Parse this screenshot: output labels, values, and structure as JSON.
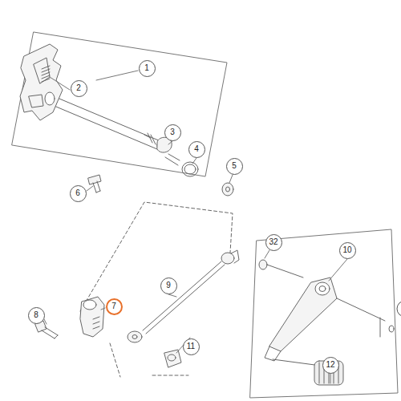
{
  "diagram": {
    "labels": [
      "1",
      "2",
      "3",
      "4",
      "5",
      "6",
      "7",
      "8",
      "9",
      "10",
      "11",
      "12",
      "32"
    ]
  }
}
